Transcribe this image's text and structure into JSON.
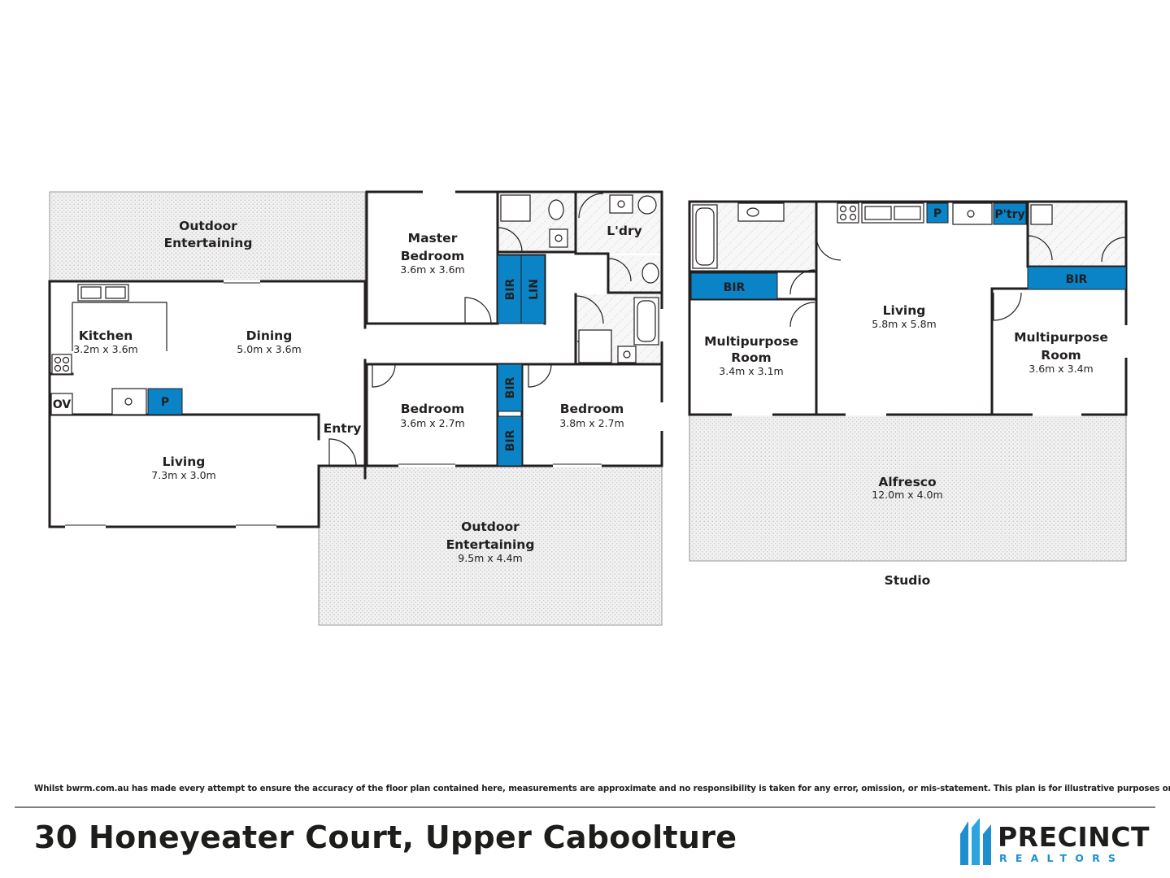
{
  "colors": {
    "wall": "#231f20",
    "built_in": "#0a84c6",
    "deck_fill": "#ececec",
    "tile_fill": "#f4f4f4",
    "logo_blue": "#1d8fd1"
  },
  "main_house": {
    "outdoor_entertaining_top": {
      "name_line1": "Outdoor",
      "name_line2": "Entertaining"
    },
    "master_bedroom": {
      "name_line1": "Master",
      "name_line2": "Bedroom",
      "dim": "3.6m x 3.6m"
    },
    "laundry": {
      "name": "L'dry"
    },
    "kitchen": {
      "name": "Kitchen",
      "dim": "3.2m x 3.6m"
    },
    "dining": {
      "name": "Dining",
      "dim": "5.0m x 3.6m"
    },
    "living": {
      "name": "Living",
      "dim": "7.3m x 3.0m"
    },
    "entry": {
      "name": "Entry"
    },
    "bedroom_2": {
      "name": "Bedroom",
      "dim": "3.6m x 2.7m"
    },
    "bedroom_3": {
      "name": "Bedroom",
      "dim": "3.8m x 2.7m"
    },
    "outdoor_entertaining_bottom": {
      "name_line1": "Outdoor",
      "name_line2": "Entertaining",
      "dim": "9.5m x 4.4m"
    },
    "tags": {
      "bir_master": "BIR",
      "lin": "LIN",
      "bir_bed2": "BIR",
      "bir_bed3": "BIR",
      "pantry": "P",
      "oven": "OV"
    }
  },
  "studio": {
    "label": "Studio",
    "living": {
      "name": "Living",
      "dim": "5.8m x 5.8m"
    },
    "multipurpose_left": {
      "name_line1": "Multipurpose",
      "name_line2": "Room",
      "dim": "3.4m x 3.1m"
    },
    "multipurpose_right": {
      "name_line1": "Multipurpose",
      "name_line2": "Room",
      "dim": "3.6m x 3.4m"
    },
    "alfresco": {
      "name": "Alfresco",
      "dim": "12.0m x 4.0m"
    },
    "tags": {
      "bir_left": "BIR",
      "bir_right": "BIR",
      "pantry": "P",
      "pantry_room": "P'try"
    }
  },
  "footer": {
    "disclaimer_pre": "Whilst ",
    "disclaimer_site": "bwrm.com.au",
    "disclaimer_post": " has made every attempt to ensure the accuracy of the floor plan contained here, measurements are approximate and no responsibility is taken for any error, omission, or mis-statement. This plan is for illustrative purposes only.",
    "address": "30 Honeyeater Court, Upper Caboolture",
    "logo_word": "PRECINCT",
    "logo_sub": "REALTORS"
  }
}
